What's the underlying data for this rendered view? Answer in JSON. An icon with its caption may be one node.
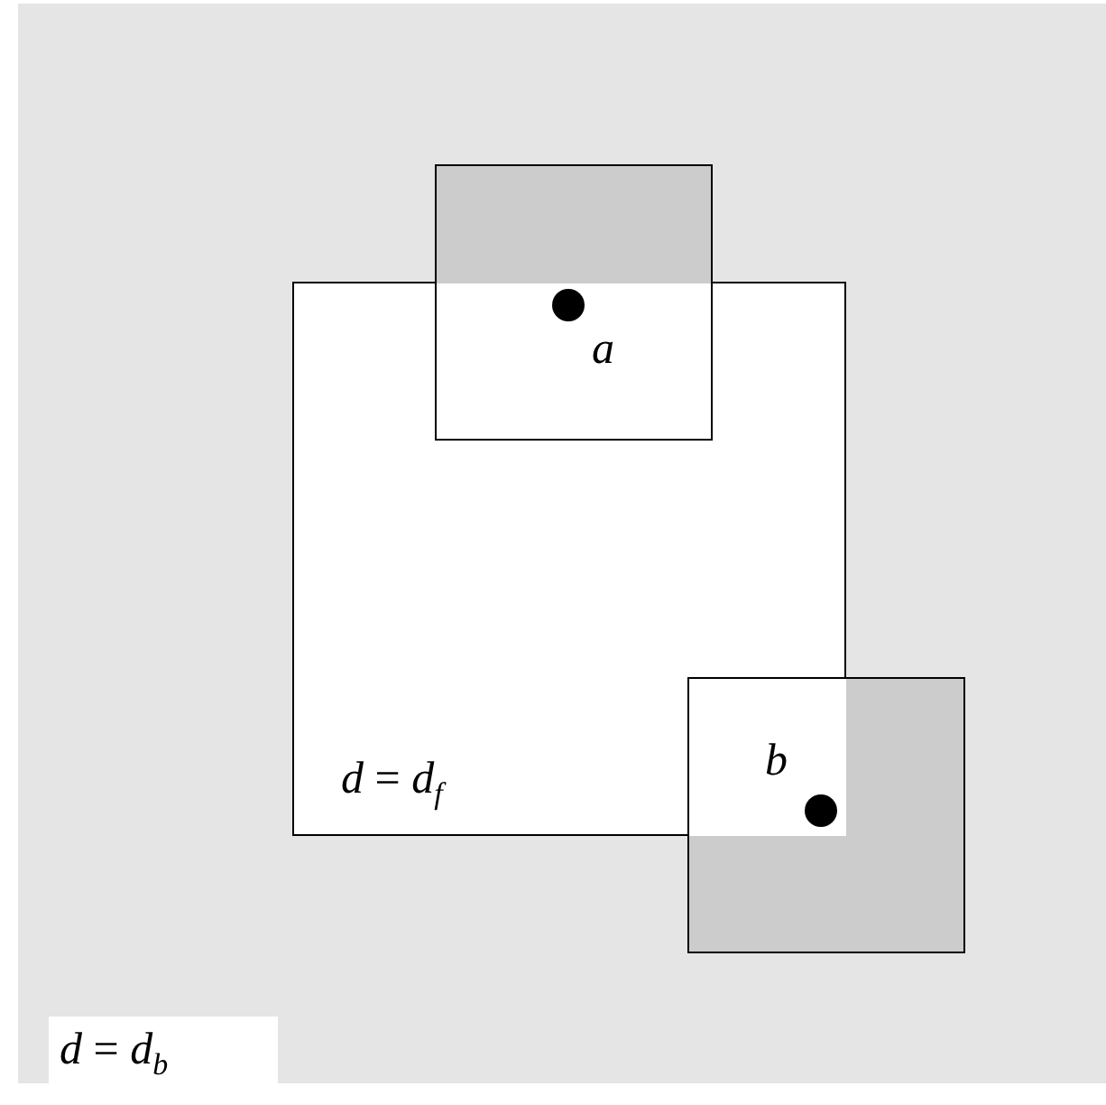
{
  "diagram": {
    "nodes": [
      {
        "text": [
          "*d* = *d*$_{f}$"
        ]
      },
      {
        "text": [],
        "shape": "box"
      },
      {
        "text": [],
        "shape": "box"
      },
      {
        "text": [
          "*d* = *d*$_{b}$"
        ]
      }
    ],
    "labels": [
      "a",
      "b"
    ]
  }
}
